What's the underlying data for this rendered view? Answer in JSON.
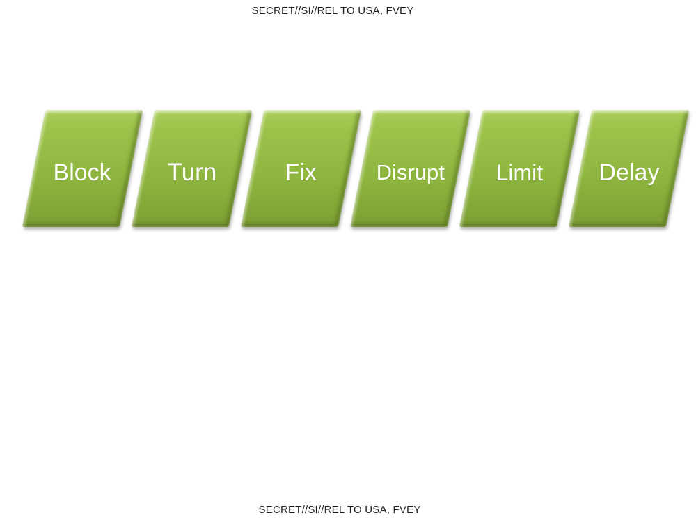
{
  "classification": {
    "top": "SECRET//SI//REL TO USA, FVEY",
    "bottom": "SECRET//SI//REL TO USA, FVEY"
  },
  "process_row": {
    "description": "six-step green parallelogram process diagram",
    "steps": [
      {
        "label": "Block"
      },
      {
        "label": "Turn"
      },
      {
        "label": "Fix"
      },
      {
        "label": "Disrupt"
      },
      {
        "label": "Limit"
      },
      {
        "label": "Delay"
      }
    ],
    "colors": {
      "fill_top": "#aace58",
      "fill_mid": "#8fb73f",
      "fill_bottom": "#7c9e33",
      "label_text": "#ffffff"
    }
  }
}
